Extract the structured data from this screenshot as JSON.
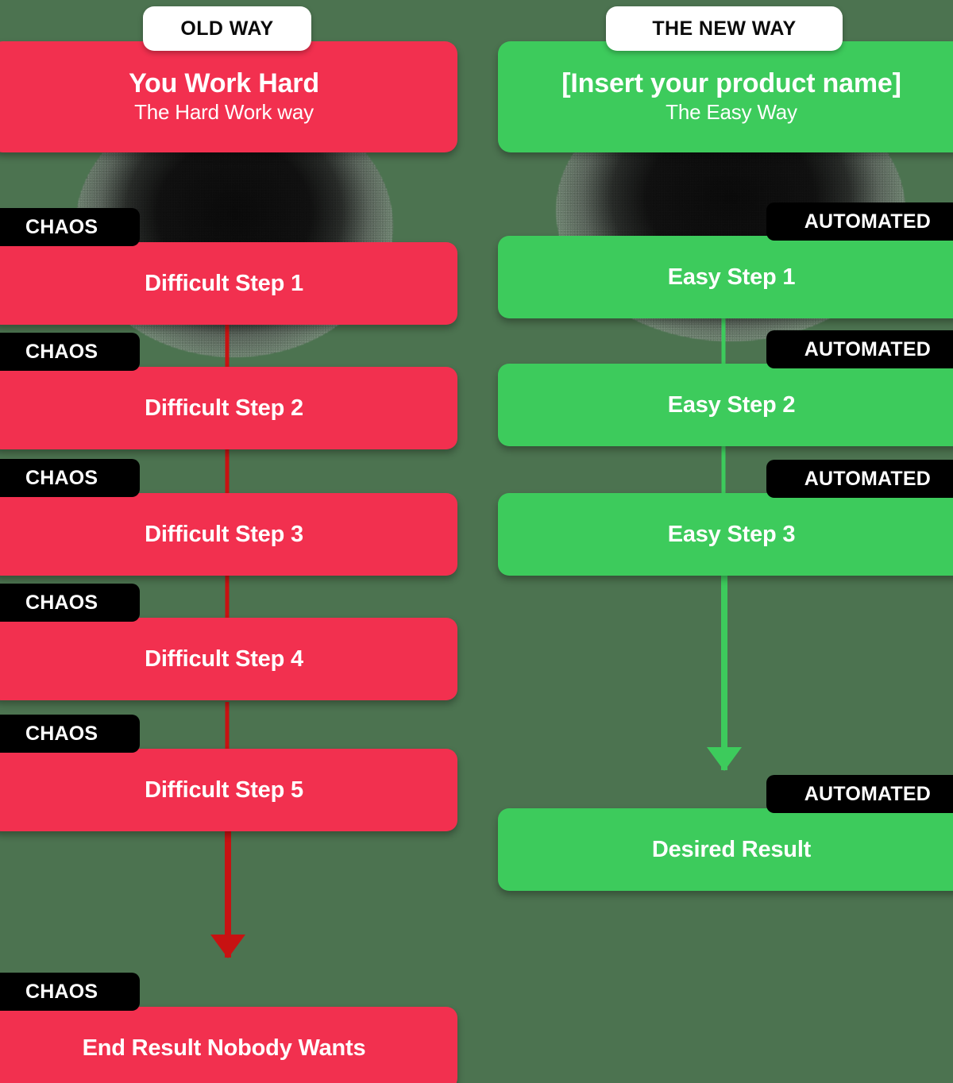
{
  "background_color": "#4c7350",
  "colors": {
    "red": "#f2304f",
    "red_arrow": "#c81212",
    "green": "#3dcb5c",
    "badge_black": "#000000",
    "pill_white": "#ffffff"
  },
  "left_column": {
    "pill_label": "OLD WAY",
    "header": {
      "title": "You Work Hard",
      "subtitle": "The Hard Work way"
    },
    "badge_label": "CHAOS",
    "steps": [
      {
        "label": "Difficult Step 1",
        "badge": "CHAOS"
      },
      {
        "label": "Difficult Step 2",
        "badge": "CHAOS"
      },
      {
        "label": "Difficult Step 3",
        "badge": "CHAOS"
      },
      {
        "label": "Difficult Step 4",
        "badge": "CHAOS"
      },
      {
        "label": "Difficult Step 5",
        "badge": "CHAOS"
      }
    ],
    "result": {
      "label": "End Result Nobody Wants",
      "badge": "CHAOS"
    }
  },
  "right_column": {
    "pill_label": "THE NEW WAY",
    "header": {
      "title": "[Insert your product name]",
      "subtitle": "The Easy Way"
    },
    "badge_label": "AUTOMATED",
    "steps": [
      {
        "label": "Easy Step 1",
        "badge": "AUTOMATED"
      },
      {
        "label": "Easy Step 2",
        "badge": "AUTOMATED"
      },
      {
        "label": "Easy Step 3",
        "badge": "AUTOMATED"
      }
    ],
    "result": {
      "label": "Desired Result",
      "badge": "AUTOMATED"
    }
  }
}
